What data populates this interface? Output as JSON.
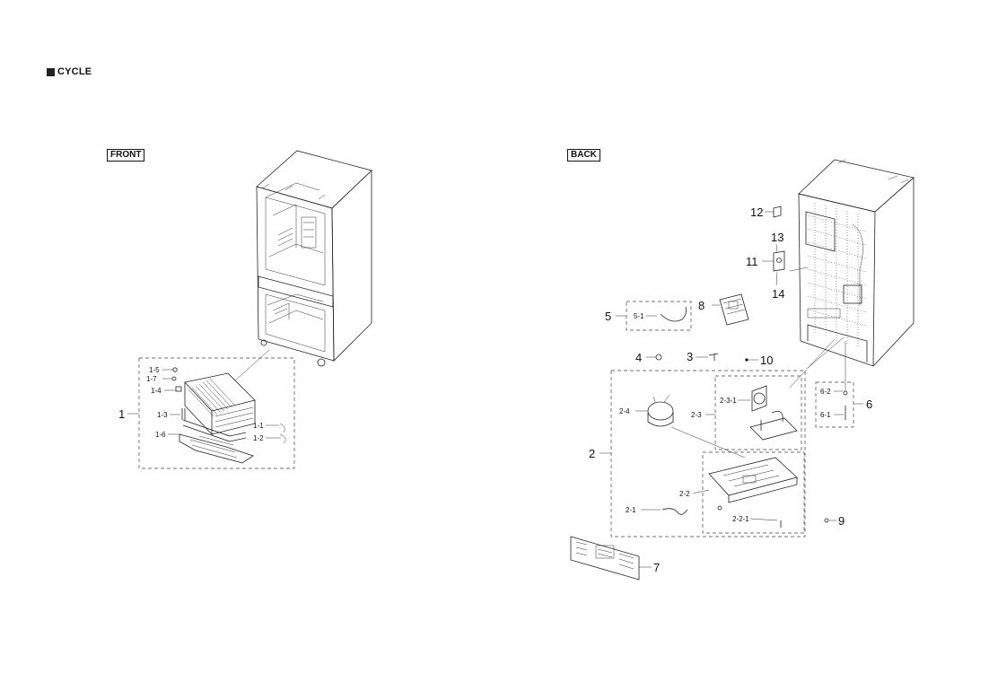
{
  "section": {
    "title": "CYCLE"
  },
  "views": {
    "front": "FRONT",
    "back": "BACK"
  },
  "callouts": {
    "c1": "1",
    "c1_5": "1-5",
    "c1_7": "1-7",
    "c1_4": "1-4",
    "c1_3": "1-3",
    "c1_6": "1-6",
    "c1_1": "1-1",
    "c1_2": "1-2",
    "c12": "12",
    "c13": "13",
    "c11": "11",
    "c14": "14",
    "c8": "8",
    "c5": "5",
    "c5_1": "5-1",
    "c4": "4",
    "c3": "3",
    "c10": "10",
    "c2": "2",
    "c2_4": "2-4",
    "c2_3": "2-3",
    "c2_3_1": "2-3-1",
    "c2_2": "2-2",
    "c2_1": "2-1",
    "c2_2_1": "2-2-1",
    "c6": "6",
    "c6_2": "6-2",
    "c6_1": "6-1",
    "c9": "9",
    "c7": "7"
  }
}
